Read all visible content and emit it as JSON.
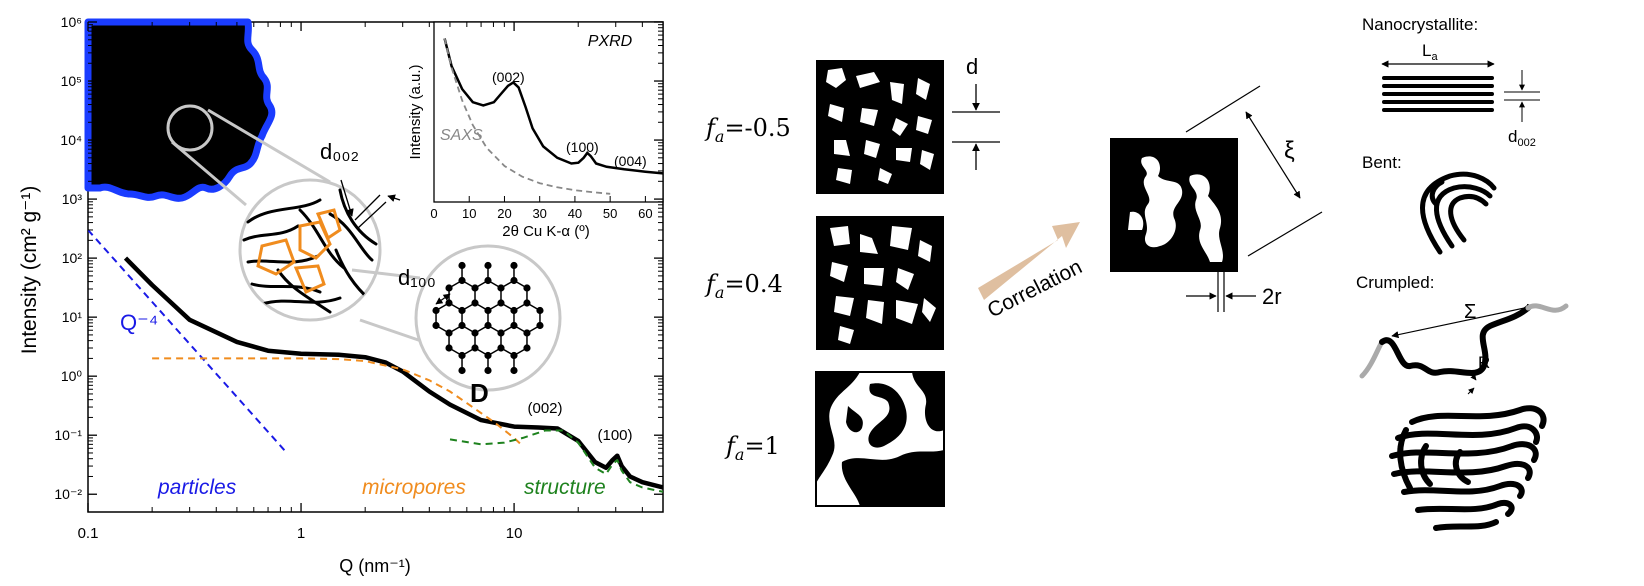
{
  "chart_data": {
    "type": "line",
    "xscale": "log",
    "yscale": "log",
    "xlim": [
      0.1,
      50
    ],
    "ylim": [
      0.005,
      1000000
    ],
    "xlabel": "Q (nm⁻¹)",
    "ylabel": "Intensity (cm² g⁻¹)",
    "x_ticks": [
      "0.1",
      "1",
      "10"
    ],
    "y_ticks": [
      "10⁻²",
      "10⁻¹",
      "10⁰",
      "10¹",
      "10²",
      "10³",
      "10⁴",
      "10⁵",
      "10⁶"
    ],
    "series": [
      {
        "color": "#000000",
        "style": "solid",
        "x": [
          0.15,
          0.2,
          0.3,
          0.5,
          0.7,
          1.0,
          1.5,
          2.0,
          2.5,
          3.0,
          4.0,
          5.0,
          7.0,
          10.0,
          13.0,
          16.0,
          20.0,
          24.0,
          27.0,
          29.0,
          30.5,
          32.0,
          35.0,
          40.0,
          50.0
        ],
        "y": [
          100,
          35,
          9,
          3.8,
          2.7,
          2.4,
          2.3,
          2.1,
          1.7,
          1.2,
          0.55,
          0.33,
          0.18,
          0.14,
          0.135,
          0.13,
          0.08,
          0.035,
          0.028,
          0.038,
          0.045,
          0.03,
          0.02,
          0.016,
          0.013
        ]
      },
      {
        "color": "#1a1ae6",
        "style": "dashed",
        "x": [
          0.1,
          0.85
        ],
        "y": [
          300,
          0.052
        ]
      },
      {
        "color": "#f08c1e",
        "style": "dashed",
        "x": [
          0.2,
          0.5,
          1.0,
          1.5,
          2.0,
          3.0,
          4.0,
          5.0,
          6.0,
          8.0,
          10.0,
          11.0
        ],
        "y": [
          2.0,
          2.0,
          2.0,
          1.95,
          1.8,
          1.3,
          0.85,
          0.55,
          0.35,
          0.17,
          0.09,
          0.065
        ]
      },
      {
        "color": "#1e821e",
        "style": "dashed",
        "x": [
          5.0,
          7.0,
          9.0,
          11.0,
          14.0,
          17.0,
          20.0,
          24.0,
          27.0,
          29.0,
          30.5,
          32.0,
          35.0,
          40.0,
          50.0
        ],
        "y": [
          0.085,
          0.07,
          0.075,
          0.09,
          0.12,
          0.12,
          0.075,
          0.028,
          0.022,
          0.032,
          0.038,
          0.025,
          0.016,
          0.013,
          0.011
        ]
      }
    ],
    "annotations": {
      "q4": "Q⁻⁴",
      "particles": "particles",
      "micropores": "micropores",
      "structure": "structure",
      "peak002": "(002)",
      "peak100": "(100)",
      "D": "D",
      "d002": "d₀₀₂",
      "d100": "d₁₀₀"
    },
    "inset": {
      "type": "line",
      "title": "PXRD",
      "xlabel": "2θ Cu K-α (º)",
      "ylabel": "Intensity (a.u.)",
      "xlim": [
        0,
        65
      ],
      "x_ticks": [
        "0",
        "10",
        "20",
        "30",
        "40",
        "50",
        "60"
      ],
      "saxs_label": "SAXS",
      "peaks": [
        "(002)",
        "(100)",
        "(004)"
      ],
      "series": [
        {
          "color": "#000000",
          "style": "solid",
          "x": [
            3,
            5,
            8,
            11,
            14,
            17,
            19,
            21,
            22.5,
            24,
            26,
            28,
            31,
            35,
            39,
            41,
            42.5,
            43.5,
            44.5,
            46,
            49,
            54,
            60,
            65
          ],
          "y": [
            10,
            8.3,
            6.9,
            6.1,
            5.9,
            6.1,
            6.6,
            7.1,
            7.3,
            7.0,
            5.8,
            4.5,
            3.4,
            2.7,
            2.35,
            2.4,
            2.7,
            3.0,
            2.8,
            2.35,
            2.15,
            2.0,
            1.85,
            1.75
          ]
        },
        {
          "color": "#888888",
          "style": "dashed",
          "x": [
            3,
            5,
            8,
            11,
            15,
            20,
            25,
            30,
            35,
            40,
            45,
            50
          ],
          "y": [
            10,
            8.2,
            6.2,
            4.7,
            3.3,
            2.2,
            1.55,
            1.15,
            0.9,
            0.72,
            0.6,
            0.5
          ]
        }
      ]
    }
  },
  "schematic": {
    "fa_labels": [
      "=-0.5",
      "=0.4",
      "=1"
    ],
    "fa_symbol": "f",
    "fa_subscript": "a",
    "d_label": "d",
    "correlation_label": "Correlation",
    "xi_label": "ξ",
    "two_r_label": "2r",
    "nanocrystallite_label": "Nanocrystallite:",
    "la_label": "L",
    "la_subscript": "a",
    "d002_label": "d",
    "d002_subscript": "002",
    "bent_label": "Bent:",
    "crumpled_label": "Crumpled:",
    "sigma_label": "Σ",
    "r_label": "R"
  }
}
